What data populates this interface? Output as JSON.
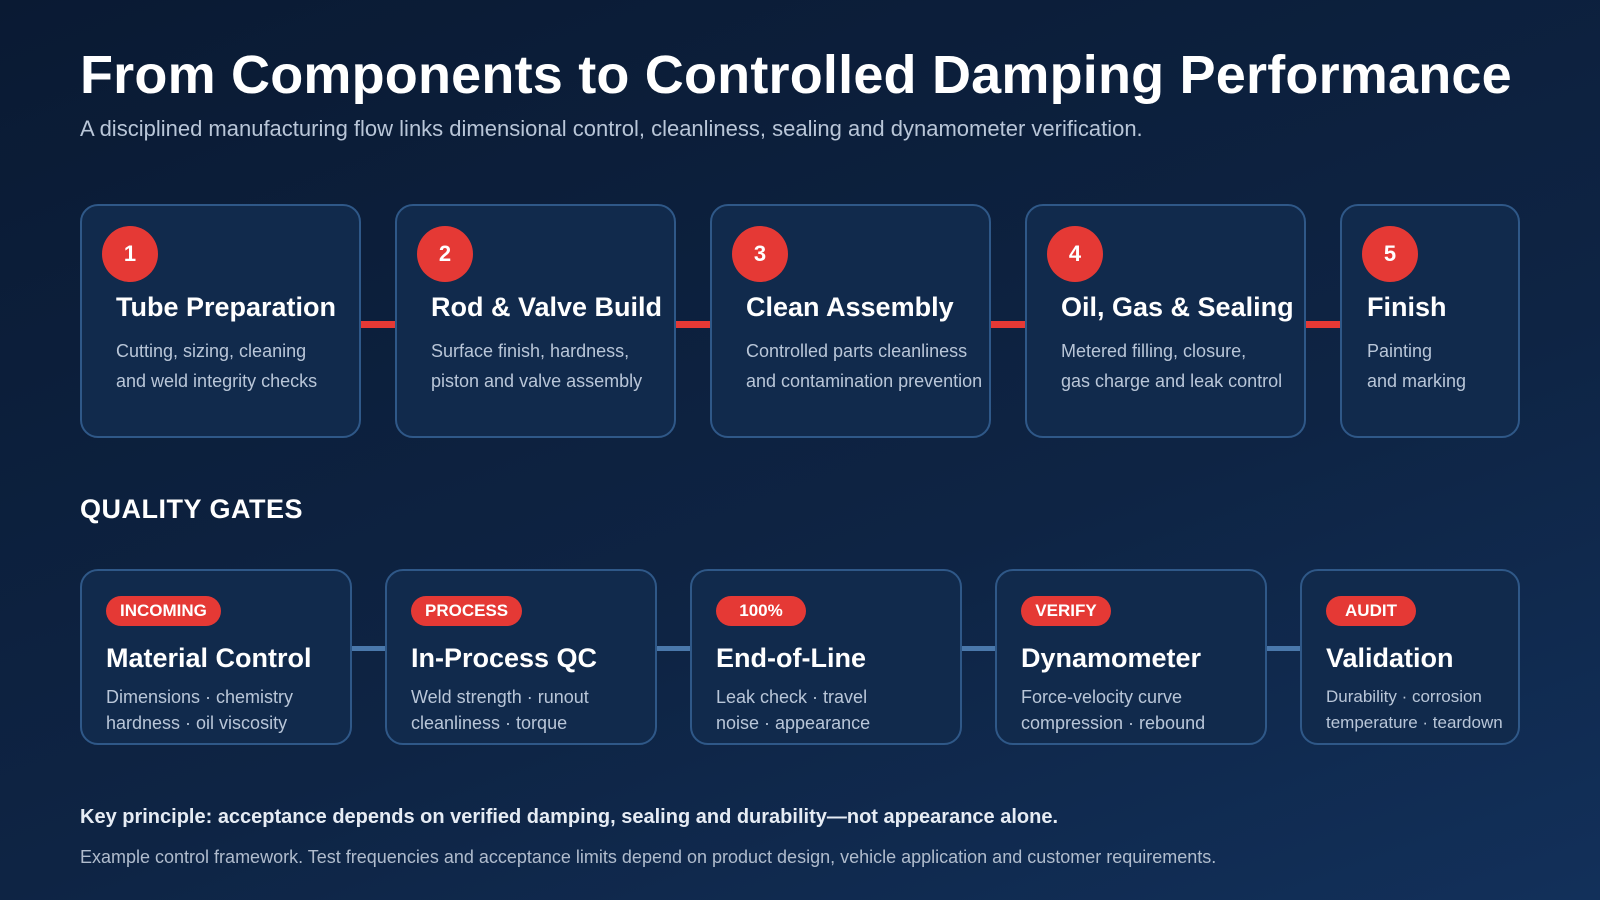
{
  "header": {
    "title": "From Components to Controlled Damping Performance",
    "subtitle": "A disciplined manufacturing flow links dimensional control, cleanliness, sealing and dynamometer verification."
  },
  "colors": {
    "accent": "#e53935",
    "card_background": "#112a4c",
    "card_border": "#2f5888",
    "gate_connector": "#4a78ab"
  },
  "steps": [
    {
      "number": "1",
      "title": "Tube Preparation",
      "desc_line1": "Cutting, sizing, cleaning",
      "desc_line2": "and weld integrity checks"
    },
    {
      "number": "2",
      "title": "Rod & Valve Build",
      "desc_line1": "Surface finish, hardness,",
      "desc_line2": "piston and valve assembly"
    },
    {
      "number": "3",
      "title": "Clean Assembly",
      "desc_line1": "Controlled parts cleanliness",
      "desc_line2": "and contamination prevention"
    },
    {
      "number": "4",
      "title": "Oil, Gas & Sealing",
      "desc_line1": "Metered filling, closure,",
      "desc_line2": "gas charge and leak control"
    },
    {
      "number": "5",
      "title": "Finish",
      "desc_line1": "Painting",
      "desc_line2": "and marking"
    }
  ],
  "quality": {
    "label": "QUALITY GATES",
    "gates": [
      {
        "badge": "INCOMING",
        "title": "Material Control",
        "desc_line1": "Dimensions · chemistry",
        "desc_line2": "hardness · oil viscosity"
      },
      {
        "badge": "PROCESS",
        "title": "In-Process QC",
        "desc_line1": "Weld strength · runout",
        "desc_line2": "cleanliness · torque"
      },
      {
        "badge": "100%",
        "title": "End-of-Line",
        "desc_line1": "Leak check · travel",
        "desc_line2": "noise · appearance"
      },
      {
        "badge": "VERIFY",
        "title": "Dynamometer",
        "desc_line1": "Force-velocity curve",
        "desc_line2": "compression · rebound"
      },
      {
        "badge": "AUDIT",
        "title": "Validation",
        "desc_line1": "Durability · corrosion",
        "desc_line2": "temperature · teardown"
      }
    ]
  },
  "footer": {
    "principle": "Key principle: acceptance depends on verified damping, sealing and durability—not appearance alone.",
    "note": "Example control framework. Test frequencies and acceptance limits depend on product design, vehicle application and customer requirements."
  }
}
